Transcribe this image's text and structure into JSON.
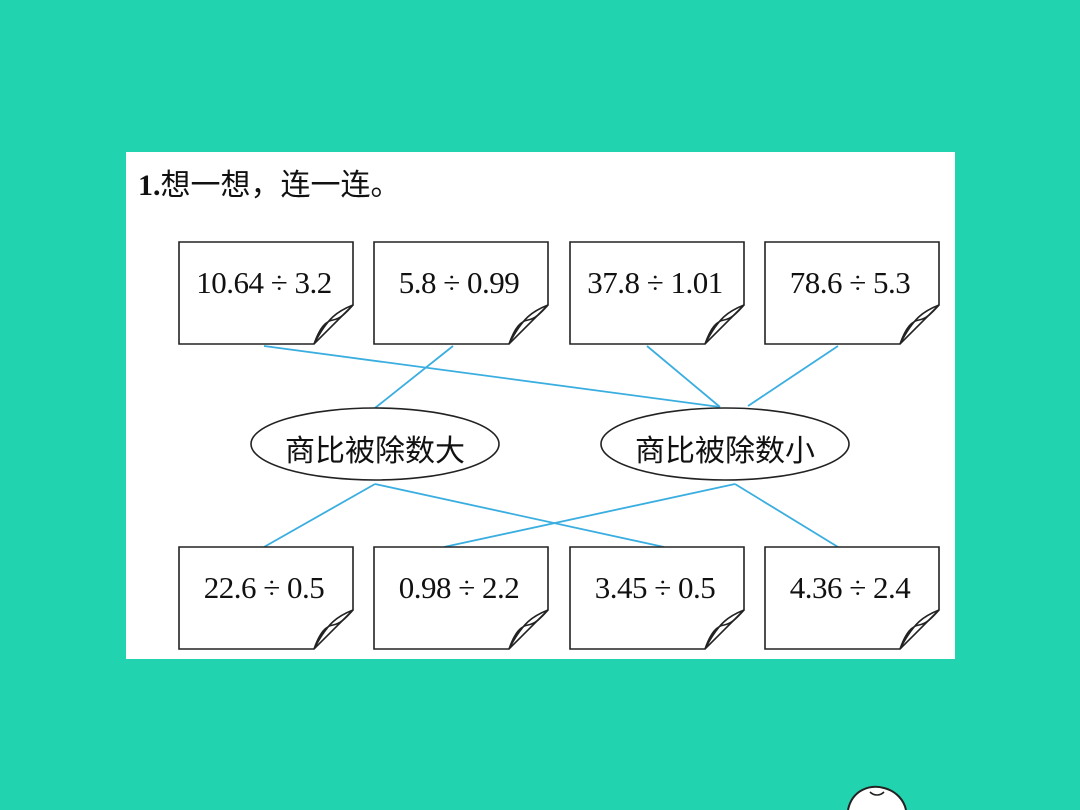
{
  "question": {
    "number": "1.",
    "text": "想一想，连一连。"
  },
  "top_cards": [
    {
      "expr": "10.64 ÷ 3.2"
    },
    {
      "expr": "5.8 ÷ 0.99"
    },
    {
      "expr": "37.8 ÷ 1.01"
    },
    {
      "expr": "78.6 ÷ 5.3"
    }
  ],
  "bottom_cards": [
    {
      "expr": "22.6 ÷ 0.5"
    },
    {
      "expr": "0.98 ÷ 2.2"
    },
    {
      "expr": "3.45 ÷ 0.5"
    },
    {
      "expr": "4.36 ÷ 2.4"
    }
  ],
  "categories": [
    {
      "label": "商比被除数大"
    },
    {
      "label": "商比被除数小"
    }
  ],
  "connections": {
    "top": [
      1,
      0,
      1,
      1
    ],
    "bottom": [
      0,
      1,
      0,
      1
    ]
  },
  "colors": {
    "background": "#22d3b0",
    "line": "#3aaee0"
  }
}
